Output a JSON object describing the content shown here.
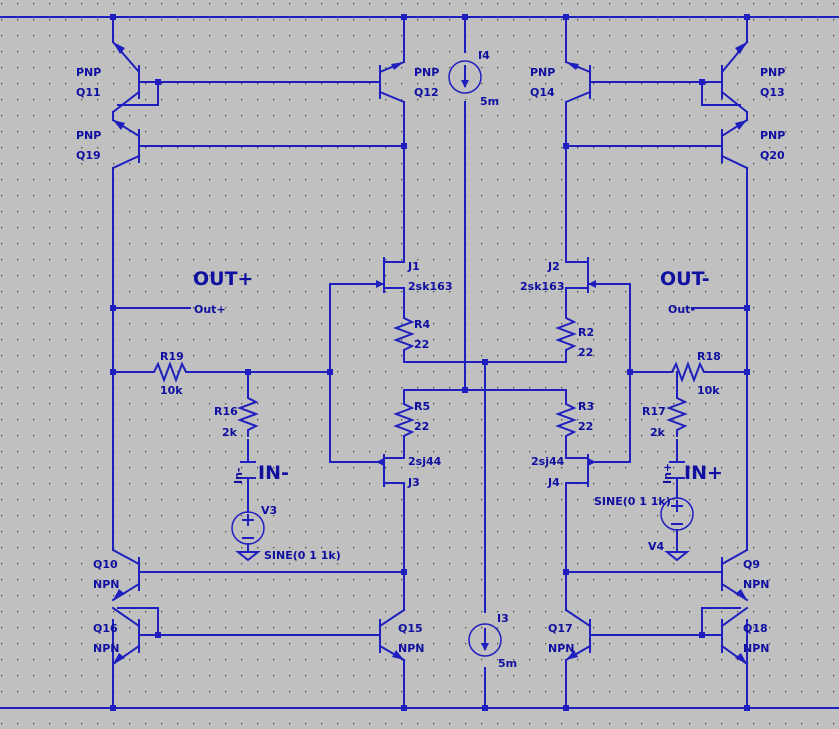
{
  "headings": {
    "out_plus": "OUT+",
    "out_minus": "OUT-",
    "in_minus": "IN-",
    "in_plus": "IN+"
  },
  "transistors": {
    "q11": {
      "type": "PNP",
      "ref": "Q11"
    },
    "q19": {
      "type": "PNP",
      "ref": "Q19"
    },
    "q12": {
      "type": "PNP",
      "ref": "Q12"
    },
    "q14": {
      "type": "PNP",
      "ref": "Q14"
    },
    "q13": {
      "type": "PNP",
      "ref": "Q13"
    },
    "q20": {
      "type": "PNP",
      "ref": "Q20"
    },
    "q10": {
      "type": "NPN",
      "ref": "Q10"
    },
    "q16": {
      "type": "NPN",
      "ref": "Q16"
    },
    "q15": {
      "type": "NPN",
      "ref": "Q15"
    },
    "q17": {
      "type": "NPN",
      "ref": "Q17"
    },
    "q9": {
      "type": "NPN",
      "ref": "Q9"
    },
    "q18": {
      "type": "NPN",
      "ref": "Q18"
    }
  },
  "jfets": {
    "j1": {
      "ref": "J1",
      "model": "2sk163"
    },
    "j2": {
      "ref": "J2",
      "model": "2sk163"
    },
    "j3": {
      "ref": "J3",
      "model": "2sj44"
    },
    "j4": {
      "ref": "J4",
      "model": "2sj44"
    }
  },
  "resistors": {
    "r4": {
      "ref": "R4",
      "value": "22"
    },
    "r2": {
      "ref": "R2",
      "value": "22"
    },
    "r5": {
      "ref": "R5",
      "value": "22"
    },
    "r3": {
      "ref": "R3",
      "value": "22"
    },
    "r19": {
      "ref": "R19",
      "value": "10k"
    },
    "r18": {
      "ref": "R18",
      "value": "10k"
    },
    "r16": {
      "ref": "R16",
      "value": "2k"
    },
    "r17": {
      "ref": "R17",
      "value": "2k"
    }
  },
  "current_sources": {
    "i4": {
      "ref": "I4",
      "value": "5m"
    },
    "i3": {
      "ref": "I3",
      "value": "5m"
    }
  },
  "voltage_sources": {
    "v3": {
      "ref": "V3",
      "spec": "SINE(0 1 1k)"
    },
    "v4": {
      "ref": "V4",
      "spec": "SINE(0 1 1k)"
    }
  },
  "net_labels": {
    "out_plus": "Out+",
    "out_minus": "Out-",
    "in_minus": "In-",
    "in_plus": "In+"
  },
  "colors": {
    "wire": "#1f1fbf",
    "background": "#c0c0c0",
    "text": "#0f0fa0"
  }
}
